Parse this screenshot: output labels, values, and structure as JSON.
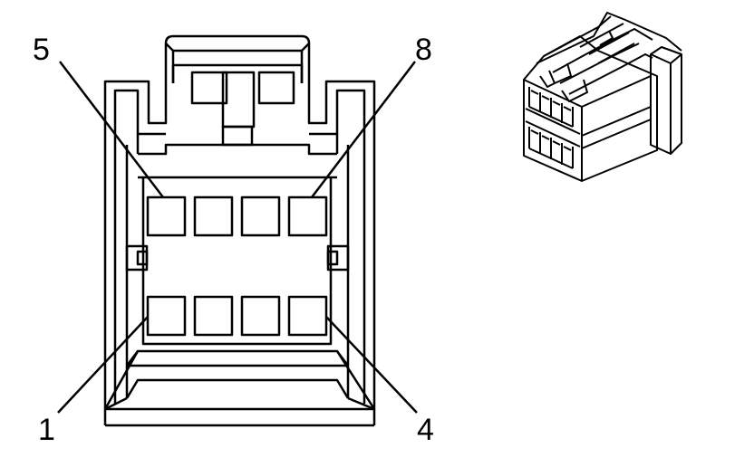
{
  "pin_labels": {
    "top_left": "5",
    "top_right": "8",
    "bottom_left": "1",
    "bottom_right": "4"
  },
  "colors": {
    "line": "#000000",
    "background": "#ffffff"
  }
}
